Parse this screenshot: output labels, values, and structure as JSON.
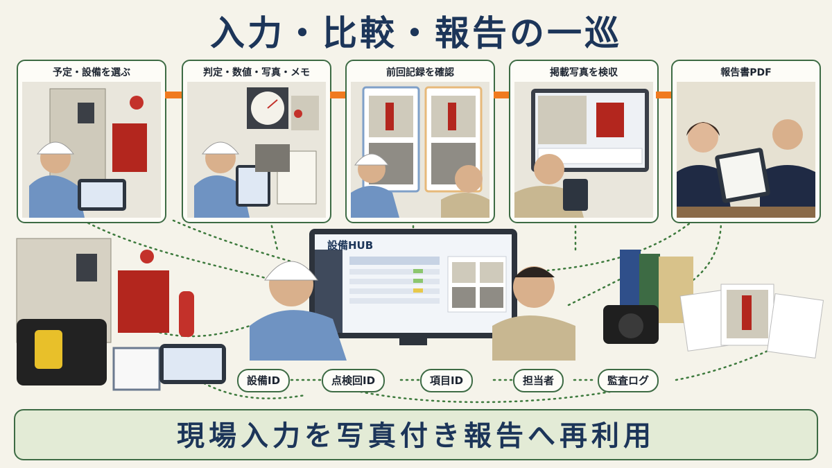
{
  "title": "入力・比較・報告の一巡",
  "steps": [
    {
      "label": "予定・設備を選ぶ"
    },
    {
      "label": "判定・数値・写真・メモ"
    },
    {
      "label": "前回記録を確認"
    },
    {
      "label": "掲載写真を検収"
    },
    {
      "label": "報告書PDF"
    }
  ],
  "hub": {
    "title": "設備HUB"
  },
  "keys": [
    "設備ID",
    "点検回ID",
    "項目ID",
    "担当者",
    "監査ログ"
  ],
  "banner": "現場入力を写真付き報告へ再利用",
  "colors": {
    "accent_arrow": "#f07a1f",
    "border_green": "#3d6b44",
    "title_navy": "#1c3559"
  }
}
